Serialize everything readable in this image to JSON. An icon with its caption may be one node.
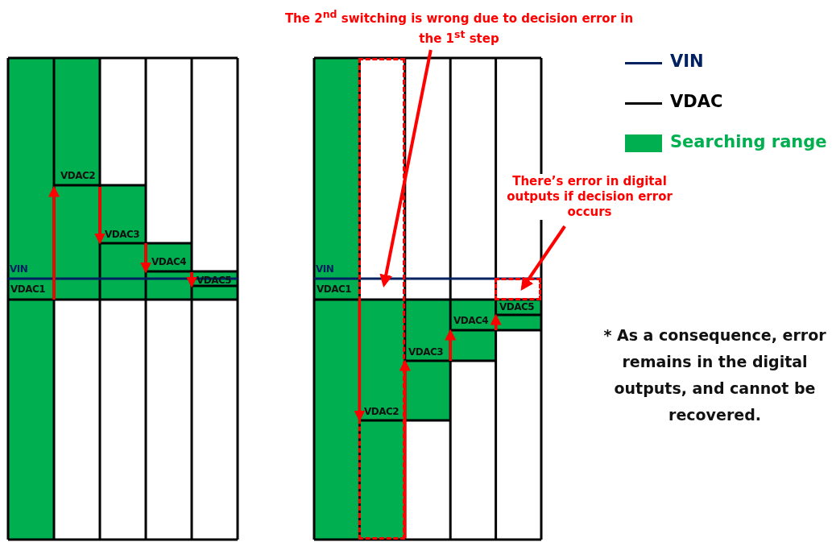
{
  "diagram": {
    "nodes": [
      {
        "text": [
          "The 2$^{nd}$ switching is wrong due to decision error in the 1$^{st}$ step"
        ]
      },
      {
        "text": [],
        "shape": "box"
      },
      {
        "text": [
          "There’s error in digital outputs if decision error occurs"
        ]
      },
      {
        "text": [],
        "shape": "box"
      }
    ],
    "edges": [
      {
        "from": 0,
        "to": 1,
        "arrow": "to"
      },
      {
        "from": 2,
        "to": 3,
        "arrow": "to"
      }
    ],
    "labels": [
      "VDAC2",
      "VDAC3",
      "VDAC4",
      "VIN",
      "VDAC5",
      "VDAC1",
      "VIN",
      "VDAC1",
      "VDAC5",
      "VDAC4",
      "VDAC3",
      "VDAC2",
      "* As a consequence, error remains in the digital outputs, and cannot be recovered."
    ],
    "legend": [
      {
        "text": "VIN"
      },
      {
        "text": "VDAC"
      },
      {
        "text": "Searching range",
        "color": "#00b050"
      }
    ]
  }
}
